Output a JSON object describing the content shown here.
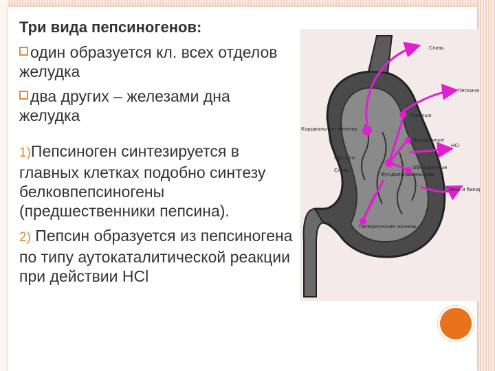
{
  "slide": {
    "title": "Три вида пепсиногенов:",
    "bullets": [
      {
        "text": "один образуется кл. всех отделов желудка"
      },
      {
        "text": "два других – железами дна желудка"
      }
    ],
    "numbered": [
      {
        "num": "1)",
        "text": "Пепсиноген синтезируется в главных клетках подобно синтезу белковпепсиногены (предшественники пепсина)."
      },
      {
        "num": "2)",
        "text": " Пепсин образуется из пепсиногена по типу аутокаталитической реакции при действии HCl"
      }
    ]
  },
  "figure": {
    "labels": {
      "mucus_top": "Слизь",
      "pepsinogen": "Пепсиноген",
      "main": "Главные",
      "lining": "Обкладочные",
      "hcl": "HCl",
      "lining2": "Обкладочные",
      "cardiac": "Кардиальные железы",
      "gastrin": "Гастрин",
      "mucus_left": "Слизь",
      "fundic": "Фундальные железы",
      "mucus_bicarb": "Слизь и бикарбонат",
      "pyloric": "Пилорические железы"
    },
    "arrow_color": "#e21fd0"
  },
  "decor": {
    "accent_color": "#e5872d",
    "circle_color": "#e8731c"
  }
}
